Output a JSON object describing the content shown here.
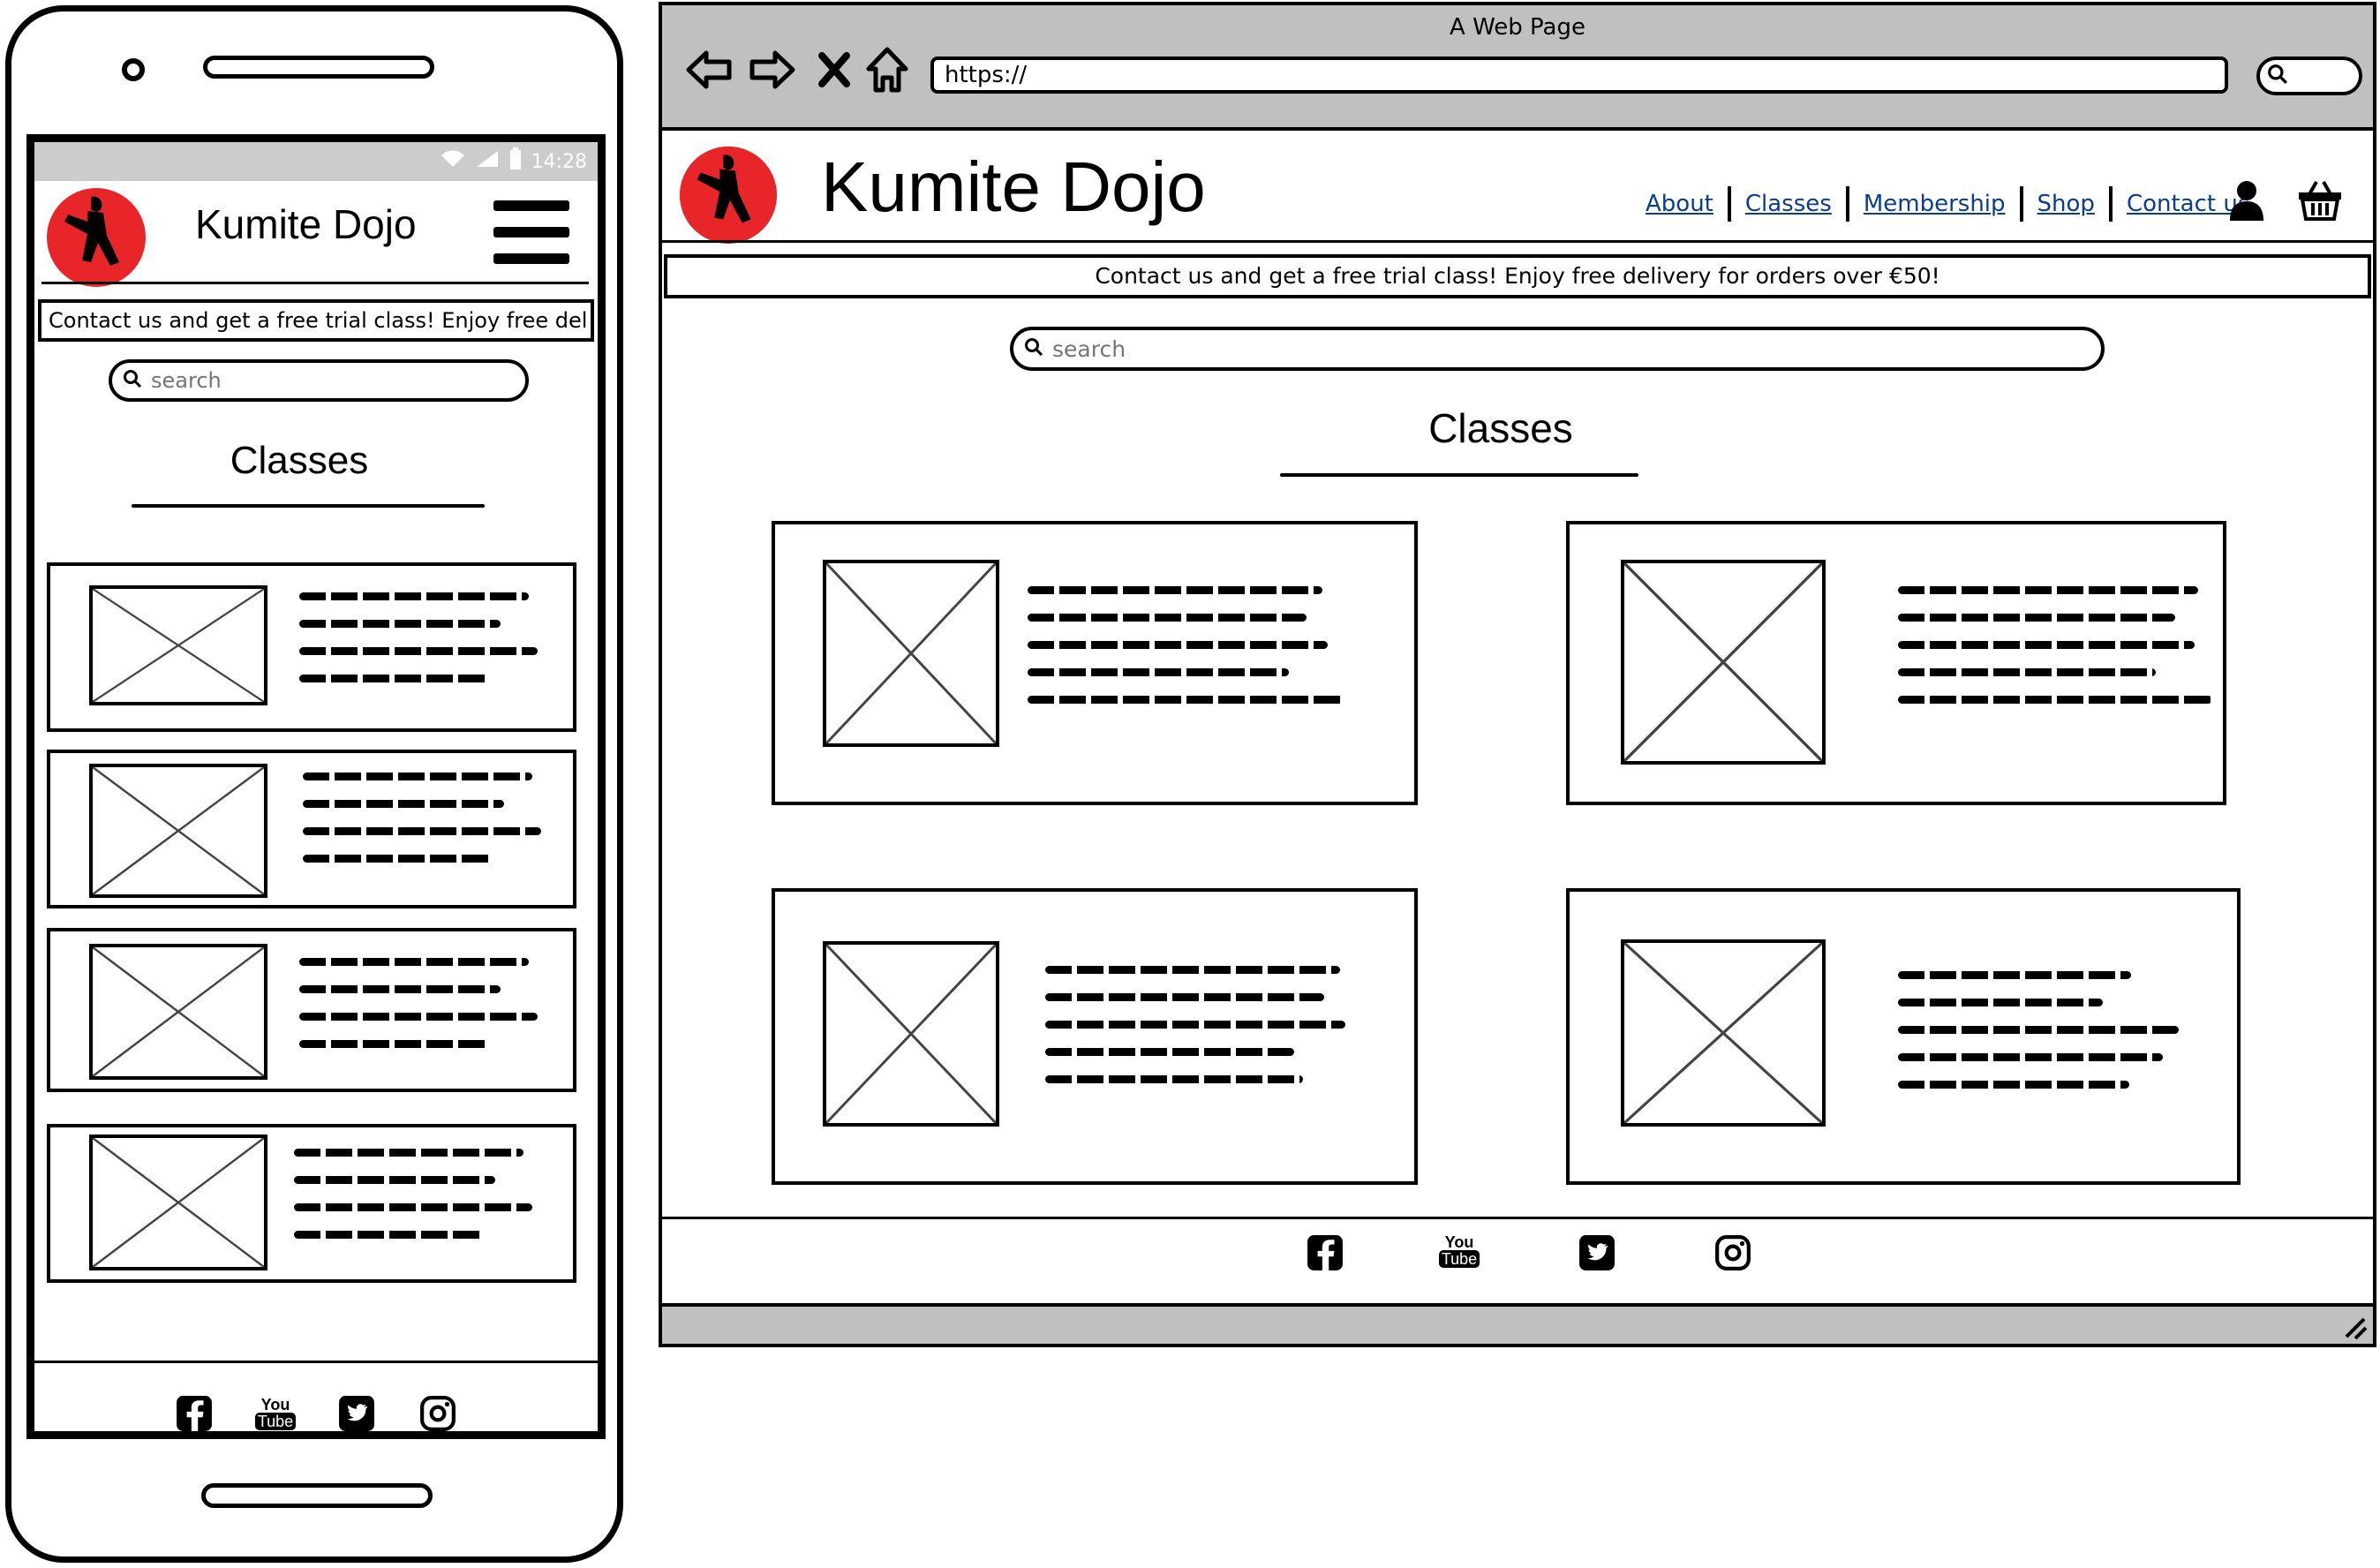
{
  "phone": {
    "status": {
      "time": "14:28",
      "wifi_icon": "wifi-icon",
      "signal_icon": "signal-icon",
      "battery_icon": "battery-icon"
    },
    "brand": {
      "title": "Kumite Dojo",
      "logo": "karate-kick-logo",
      "logo_color": "#e8262a"
    },
    "banner": "Contact us and get a free trial class! Enjoy free del",
    "search": {
      "placeholder": "search",
      "icon": "search-icon"
    },
    "heading": "Classes",
    "cards_count_icons": [
      "image-placeholder-icon"
    ],
    "social": [
      "facebook-icon",
      "youtube-icon",
      "twitter-icon",
      "instagram-icon"
    ],
    "youtube": {
      "top": "You",
      "bottom": "Tube"
    }
  },
  "browser": {
    "window_title": "A Web Page",
    "url": "https://",
    "nav_buttons": [
      "back-icon",
      "forward-icon",
      "close-icon",
      "home-icon"
    ],
    "brand": {
      "title": "Kumite Dojo",
      "logo": "karate-kick-logo",
      "logo_color": "#e8262a"
    },
    "nav": [
      {
        "label": "About"
      },
      {
        "label": "Classes"
      },
      {
        "label": "Membership"
      },
      {
        "label": "Shop"
      },
      {
        "label": "Contact us"
      }
    ],
    "account_icon": "user-icon",
    "cart_icon": "basket-icon",
    "banner": "Contact us and get a free trial class! Enjoy free delivery for orders over €50!",
    "search": {
      "placeholder": "search",
      "icon": "search-icon"
    },
    "heading": "Classes",
    "social": [
      "facebook-icon",
      "youtube-icon",
      "twitter-icon",
      "instagram-icon"
    ],
    "youtube": {
      "top": "You",
      "bottom": "Tube"
    },
    "resize_icon": "resize-handle-icon"
  },
  "colors": {
    "chrome_gray": "#c0c0c0",
    "status_gray": "#cccccc",
    "link_blue": "#0a3d91",
    "logo_red": "#e8262a"
  }
}
